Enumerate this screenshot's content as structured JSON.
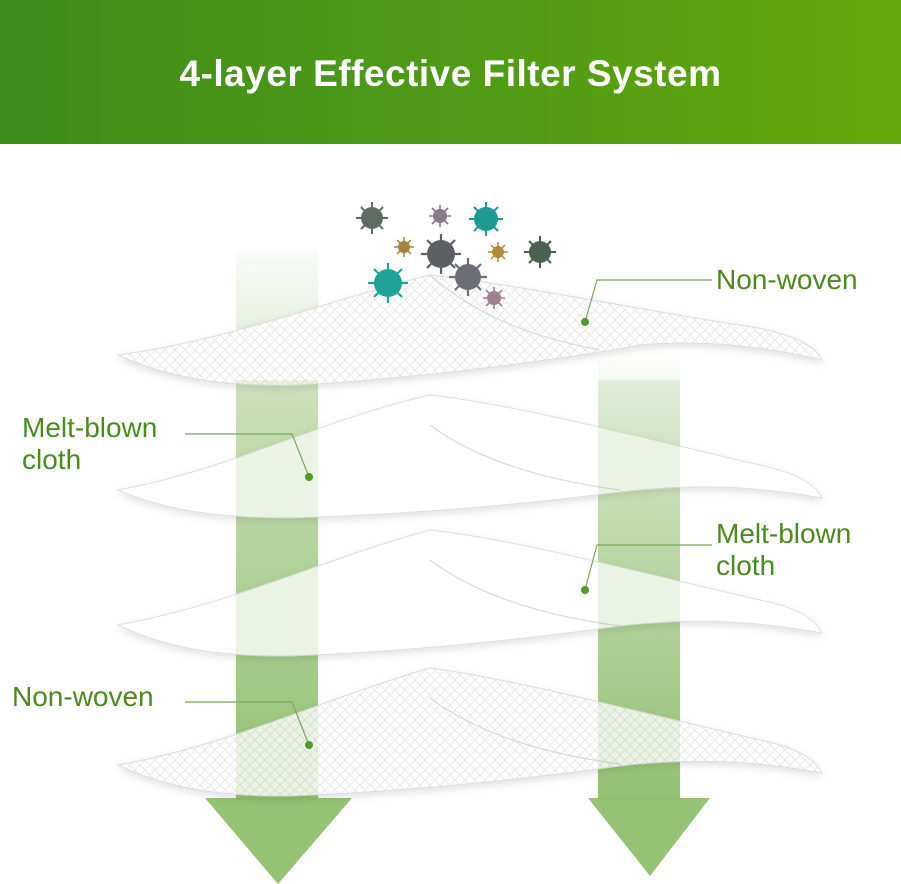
{
  "header": {
    "title": "4-layer Effective Filter System"
  },
  "colors": {
    "banner_start": "#3f8d1c",
    "banner_end": "#63a80c",
    "label_text": "#4a8a1e",
    "arrow_green": "#8fbf6e",
    "leader_line": "#7aa85a"
  },
  "layers": [
    {
      "line1": "Non-woven",
      "line2": ""
    },
    {
      "line1": "Melt-blown",
      "line2": "cloth"
    },
    {
      "line1": "Melt-blown",
      "line2": "cloth"
    },
    {
      "line1": "Non-woven",
      "line2": ""
    }
  ],
  "icons": {
    "particles": "virus-icon",
    "flow": "down-arrow-icon"
  }
}
